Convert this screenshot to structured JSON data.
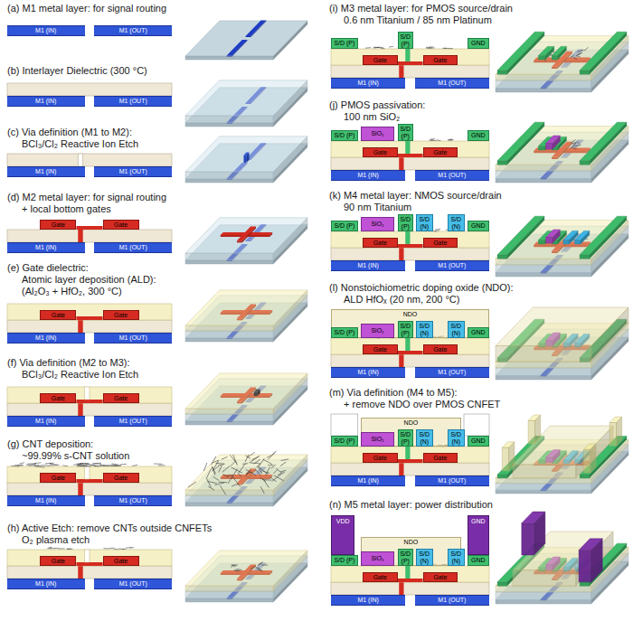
{
  "diagram": {
    "nodes": [
      {
        "text": [
          "M1 (IN)"
        ]
      },
      {
        "text": [
          "M1 (OUT)"
        ]
      },
      {
        "text": [
          "M1 (IN)"
        ]
      },
      {
        "text": [
          "M1 (OUT)"
        ]
      },
      {
        "text": [
          "M1 (IN)"
        ]
      },
      {
        "text": [
          "M1 (OUT)"
        ]
      },
      {
        "text": [
          "Gate"
        ]
      },
      {
        "text": [
          "Gate"
        ]
      },
      {
        "text": [
          "M1 (IN)"
        ]
      },
      {
        "text": [
          "M1 (OUT)"
        ]
      },
      {
        "text": [
          "Gate"
        ]
      },
      {
        "text": [
          "Gate"
        ]
      },
      {
        "text": [
          "M1 (IN)"
        ]
      },
      {
        "text": [
          "M1 (OUT)"
        ]
      },
      {
        "text": [
          "Gate"
        ]
      },
      {
        "text": [
          "Gate"
        ]
      },
      {
        "text": [
          "M1 (IN)"
        ]
      },
      {
        "text": [
          "M1 (OUT)"
        ]
      },
      {
        "text": [
          "Gate"
        ]
      },
      {
        "text": [
          "Gate"
        ]
      },
      {
        "text": [
          "M1 (IN)"
        ]
      },
      {
        "text": [
          "M1 (OUT)"
        ]
      },
      {
        "text": [
          "Gate"
        ]
      },
      {
        "text": [
          "Gate"
        ]
      },
      {
        "text": [
          "M1 (IN)"
        ]
      },
      {
        "text": [
          "M1 (OUT)"
        ]
      },
      {
        "text": [
          "S/D (P)"
        ]
      },
      {
        "text": [
          "S/D (P)"
        ]
      },
      {
        "text": [
          "GND"
        ]
      },
      {
        "text": [
          "Gate"
        ]
      },
      {
        "text": [
          "Gate"
        ]
      },
      {
        "text": [
          "M1 (IN)"
        ]
      },
      {
        "text": [
          "M1 (OUT)"
        ]
      },
      {
        "text": [
          "S/D (P)"
        ]
      },
      {
        "text": [
          "SiO₂"
        ]
      },
      {
        "text": [
          "S/D (P)"
        ]
      },
      {
        "text": [
          "GND"
        ]
      },
      {
        "text": [
          "Gate"
        ]
      },
      {
        "text": [
          "Gate"
        ]
      },
      {
        "text": [
          "M1 (IN)"
        ]
      },
      {
        "text": [
          "M1 (OUT)"
        ]
      },
      {
        "text": [
          "S/D (P)"
        ]
      },
      {
        "text": [
          "SiO₂"
        ]
      },
      {
        "text": [
          "S/D (P)"
        ]
      },
      {
        "text": [
          "S/D (N)"
        ]
      },
      {
        "text": [
          "S/D (N)"
        ]
      },
      {
        "text": [
          "GND"
        ]
      },
      {
        "text": [
          "Gate"
        ]
      },
      {
        "text": [
          "Gate"
        ]
      },
      {
        "text": [
          "M1 (IN)"
        ]
      },
      {
        "text": [
          "M1 (OUT)"
        ]
      },
      {
        "text": [
          "NDO"
        ]
      },
      {
        "text": [
          "S/D (P)"
        ]
      },
      {
        "text": [
          "SiO₂"
        ]
      },
      {
        "text": [
          "S/D (P)"
        ]
      },
      {
        "text": [
          "S/D (N)"
        ]
      },
      {
        "text": [
          "S/D (N)"
        ]
      },
      {
        "text": [
          "GND"
        ]
      },
      {
        "text": [
          "Gate"
        ]
      },
      {
        "text": [
          "Gate"
        ]
      },
      {
        "text": [
          "M1 (IN)"
        ]
      },
      {
        "text": [
          "M1 (OUT)"
        ]
      },
      {
        "text": [
          "NDO"
        ]
      },
      {
        "text": [
          "S/D (P)"
        ]
      },
      {
        "text": [
          "SiO₂"
        ]
      },
      {
        "text": [
          "S/D (P)"
        ]
      },
      {
        "text": [
          "S/D (N)"
        ]
      },
      {
        "text": [
          "S/D (N)"
        ]
      },
      {
        "text": [
          "GND"
        ]
      },
      {
        "text": [
          "Gate"
        ]
      },
      {
        "text": [
          "Gate"
        ]
      },
      {
        "text": [
          "M1 (IN)"
        ]
      },
      {
        "text": [
          "M1 (OUT)"
        ]
      },
      {
        "text": [
          "VDD"
        ]
      },
      {
        "text": [
          "GND"
        ]
      },
      {
        "text": [
          "NDO"
        ]
      },
      {
        "text": [
          "S/D (P)"
        ]
      },
      {
        "text": [
          "SiO₂"
        ]
      },
      {
        "text": [
          "S/D (P)"
        ]
      },
      {
        "text": [
          "S/D (N)"
        ]
      },
      {
        "text": [
          "S/D (N)"
        ]
      },
      {
        "text": [
          "GND"
        ]
      },
      {
        "text": [
          "Gate"
        ]
      },
      {
        "text": [
          "Gate"
        ]
      },
      {
        "text": [
          "M1 (IN)"
        ]
      },
      {
        "text": [
          "M1 (OUT)"
        ]
      }
    ],
    "labels": [
      "(a) M1 metal layer: for signal routing",
      "(b) Interlayer Dielectric (300 °C)",
      "(c) Via definition (M1 to M2):",
      "BCl₃/Cl₂ Reactive Ion Etch",
      "(d) M2 metal layer: for signal routing",
      "+ local bottom gates",
      "(e) Gate dielectric:",
      "Atomic layer deposition (ALD): (Al₂O₃ + HfO₂, 300 °C)",
      "(f) Via definition (M2 to M3):",
      "BCl₃/Cl₂ Reactive Ion Etch",
      "(g) CNT deposition:",
      "~99.99% s-CNT solution",
      "(h) Active Etch: remove CNTs outside CNFETs",
      "O₂ plasma etch",
      "(i) M3 metal layer: for PMOS source/drain",
      "0.6 nm Titanium / 85 nm Platinum",
      "(j) PMOS passivation:",
      "100 nm SiO₂",
      "(k) M4 metal layer: NMOS source/drain",
      "90 nm Titanium",
      "(l) Nonstoichiometric doping oxide (NDO):",
      "ALD HfOₓ (20 nm, 200 °C)",
      "(m) Via definition (M4 to M5):",
      "+ remove NDO over PMOS CNFET",
      "(n) M5 metal layer: power distribution"
    ]
  }
}
